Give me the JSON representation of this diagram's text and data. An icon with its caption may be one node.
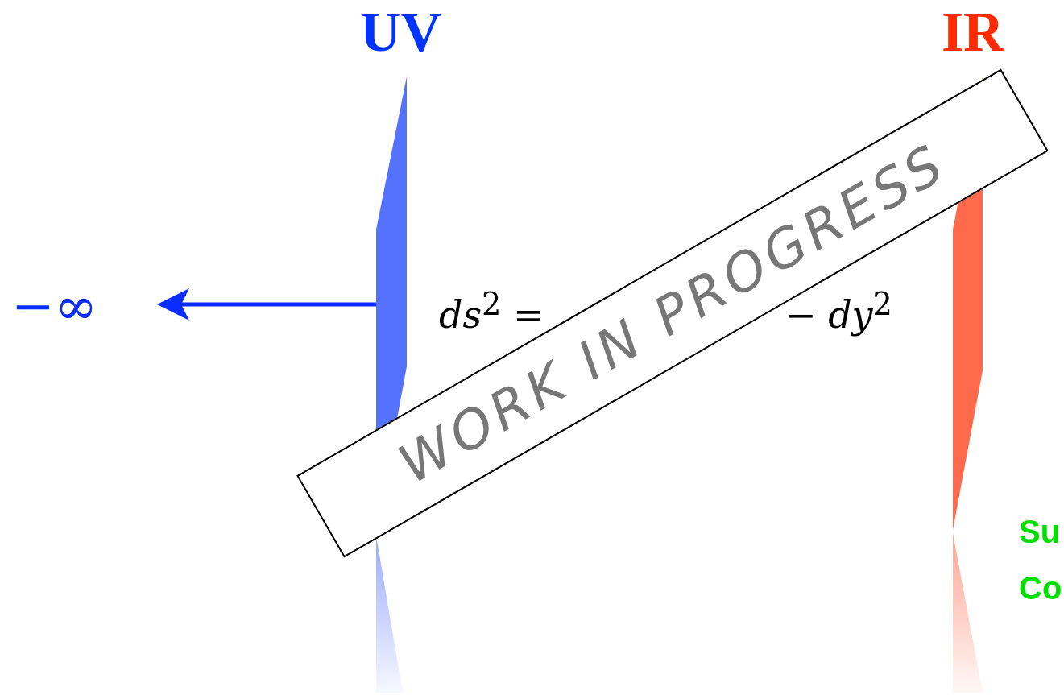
{
  "diagram": {
    "nodes": [
      {
        "text": [
          "UV"
        ]
      },
      {
        "text": [
          "IR"
        ]
      },
      {
        "text": [
          "−∞"
        ]
      }
    ],
    "edges": [
      {
        "from": 0,
        "to": 2,
        "arrow": "to",
        "color": "#0a2cff"
      }
    ],
    "labels": [
      "*ds*$^{2}$ =",
      "− *dy*$^{2}$",
      "WORK IN PROGRESS",
      "Su",
      "Co"
    ]
  }
}
